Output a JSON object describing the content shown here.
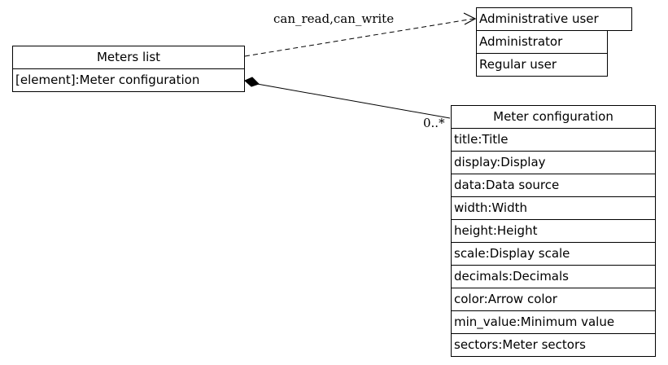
{
  "nodes": {
    "meters_list": {
      "title": "Meters list",
      "attributes": [
        "[element]:Meter configuration"
      ]
    },
    "admin_user": {
      "title": "Administrative user",
      "attributes": [
        "Administrator",
        "Regular user"
      ]
    },
    "meter_config": {
      "title": "Meter configuration",
      "attributes": [
        "title:Title",
        "display:Display",
        "data:Data source",
        "width:Width",
        "height:Height",
        "scale:Display scale",
        "decimals:Decimals",
        "color:Arrow color",
        "min_value:Minimum value",
        "sectors:Meter sectors"
      ]
    }
  },
  "edges": {
    "permissions": {
      "label": "can_read,can_write",
      "style": "dashed",
      "arrowhead": "open-arrow"
    },
    "composition": {
      "multiplicity": "0..*",
      "style": "solid",
      "arrowhead": "filled-diamond"
    }
  }
}
